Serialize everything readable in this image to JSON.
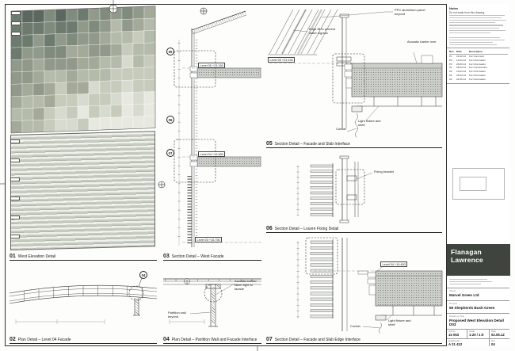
{
  "sheet": {
    "panels": {
      "p01": {
        "number": "01",
        "title": "West Elevation Detail"
      },
      "p02": {
        "number": "02",
        "title": "Plan Detail – Level 04 Facade"
      },
      "p03": {
        "number": "03",
        "title": "Section Detail – West Facade"
      },
      "p04": {
        "number": "04",
        "title": "Plan Detail – Partition Wall and Facade Interface"
      },
      "p05": {
        "number": "05",
        "title": "Section Detail – Facade and Slab Interface"
      },
      "p06": {
        "number": "06",
        "title": "Section Detail – Louvre Fixing Detail"
      },
      "p07": {
        "number": "07",
        "title": "Section Detail – Facade and Slab Edge Interface"
      }
    },
    "levels": {
      "l05": {
        "name": "Level 05",
        "datum": "+23.150"
      },
      "l04": {
        "name": "Level 04",
        "datum": "+19.450"
      },
      "l03": {
        "name": "Level 03",
        "datum": "+15.750"
      }
    },
    "callouts": {
      "c04": "04",
      "c05": "05",
      "c06": "06",
      "c07": "07"
    },
    "annotations": {
      "ppc_panel": "PPC aluminium panel beyond",
      "edge_fill": "Edge fill to prevent water ingress",
      "acoustic_over": "Acoustic barrier over",
      "light_shelf": "Light fixture and shelf",
      "curtain": "Curtain",
      "fixing_bracket": "Fixing bracket",
      "acoustic_tight": "Acoustic barrier taken tight to facade",
      "partition": "Partition wall beyond"
    },
    "titleblock": {
      "notes_heading": "Notes",
      "note1": "Do not scale from this drawing",
      "rev_table": {
        "headers": [
          "Rev",
          "Date",
          "Description"
        ],
        "rows": [
          {
            "rev": "P1",
            "date": "21.02.12",
            "desc": "For Comment"
          },
          {
            "rev": "P2",
            "date": "14.03.12",
            "desc": "For Information"
          },
          {
            "rev": "P3",
            "date": "28.03.12",
            "desc": "For Information"
          },
          {
            "rev": "01",
            "date": "05.04.12",
            "desc": "For Construction"
          },
          {
            "rev": "02",
            "date": "19.04.12",
            "desc": "For Information"
          },
          {
            "rev": "03",
            "date": "26.04.12",
            "desc": "For Information"
          },
          {
            "rev": "04",
            "date": "02.05.12",
            "desc": "For Information"
          }
        ]
      },
      "firm_line1": "Flanagan",
      "firm_line2": "Lawrence",
      "client_label": "Client",
      "client": "Marvel Green Ltd",
      "project_label": "Project",
      "project": "59 Shepherds Bush Green",
      "drawing_title_label": "Drawing Title",
      "drawing_title": "Proposed West Elevation Detail D03",
      "job_label": "Job No",
      "job_no": "11-053",
      "scale_label": "Scale",
      "scale": "1:20 / 1:5",
      "date_label": "Date",
      "date": "02.05.12",
      "dwg_label": "Drawing No",
      "dwg_no": "A 21 412",
      "rev_label": "Rev",
      "rev": "04"
    },
    "colors": {
      "slab": "#cdd0ca",
      "firm_box": "#3f453e"
    },
    "elevation_palette": [
      "#5c675f",
      "#6d7a6e",
      "#7f8b7c",
      "#91998a",
      "#a3aa99",
      "#b4bbaa",
      "#c6cbbc",
      "#d7dbcf",
      "#e7e9e1",
      "#f2f3ee"
    ]
  }
}
